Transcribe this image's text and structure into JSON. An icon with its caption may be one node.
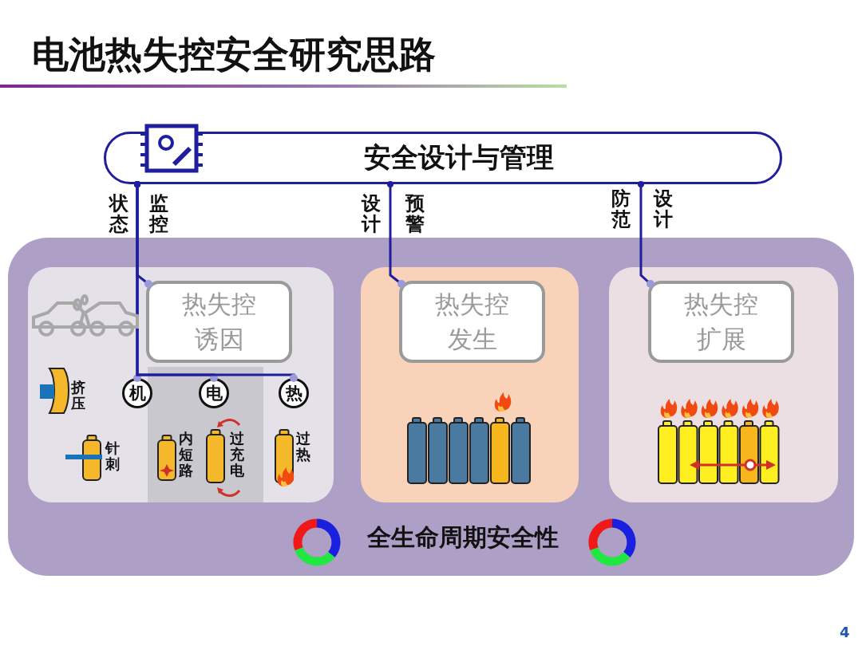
{
  "diagram": {
    "title": "电池热失控安全研究思路",
    "nodes": [
      {
        "text": [
          "安全设计与管理"
        ]
      },
      {
        "text": [
          "全生命周期安全性"
        ]
      },
      {
        "text": [],
        "shape": "box",
        "in": 1
      },
      {
        "text": [
          "热失控诱因"
        ],
        "in": 2
      },
      {
        "text": [
          "机"
        ],
        "in": 2
      },
      {
        "text": [
          "电"
        ],
        "in": 2
      },
      {
        "text": [
          "热"
        ],
        "in": 2
      },
      {
        "text": [],
        "shape": "box",
        "in": 1
      },
      {
        "text": [
          "热失控发生"
        ],
        "in": 7
      },
      {
        "text": [],
        "shape": "box",
        "in": 1
      },
      {
        "text": [
          "热失控扩展"
        ],
        "in": 9
      }
    ],
    "edges": [
      {
        "from": 0,
        "to": 3,
        "arrow": "other"
      },
      {
        "from": 0,
        "to": 8,
        "arrow": "other"
      },
      {
        "from": 0,
        "to": 10,
        "arrow": "other"
      },
      {
        "from": 0,
        "to": 4,
        "arrow": "other"
      },
      {
        "from": 0,
        "to": 5,
        "arrow": "other"
      },
      {
        "from": 0,
        "to": 6,
        "arrow": "other"
      }
    ],
    "labels": [
      "状态",
      "监控",
      "设计",
      "预警",
      "防范",
      "设计",
      "挤压",
      "针刺",
      "内短路",
      "过充电",
      "过热",
      "4"
    ]
  }
}
